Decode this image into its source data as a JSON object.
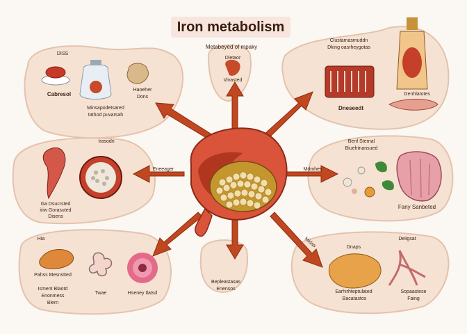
{
  "title": "Iron metabolism",
  "labels": {
    "top_center": "Metabeyed of mpaky",
    "top_center_sub": "Dletaor",
    "top_center_sub2": "Vivasted",
    "tl_small": "DISS",
    "tl_caption": "Cabresol",
    "tl_caption2": "Minsapodetsared",
    "tl_caption3": "tathod puvarsah",
    "tl_brain": "Haoeher",
    "tl_brain2": "Dons",
    "tr_header": "Clustamasmuddn",
    "tr_header2": "Dking oasrheygotas",
    "tr_meat": "Dneseedt",
    "tr_bottle": "Genhlatotes",
    "ml_head": "Irasodn",
    "ml_arrow": "Eneeager",
    "ml_caption": "Ga Dsucrsted",
    "ml_caption2": "iriw Gorasuted",
    "ml_caption3": "Disens",
    "mr_header": "Benf Sternal",
    "mr_header2": "Biuehtnansued",
    "mr_arrow": "Mdmhes",
    "mr_caption": "Fany Sanbeted",
    "bl_head": "Hia",
    "bl_caption": "Pahss Mesnstted",
    "bl_caption2": "Isment Blaotd",
    "bl_caption3": "Enonmess",
    "bl_caption4": "Blern",
    "bl_mid": "Twae",
    "bl_flower": "Hseney tlatsd",
    "bc_label": "Bepleastasas",
    "bc_label2": "Enensos",
    "br_arrow": "Midas",
    "br_head": "Dnaps",
    "br_caption": "Earhirhteptulated",
    "br_caption2": "Bacatastos",
    "br_right": "Deiigsat",
    "br_right2": "Sopaastese",
    "br_right3": "Faing"
  }
}
